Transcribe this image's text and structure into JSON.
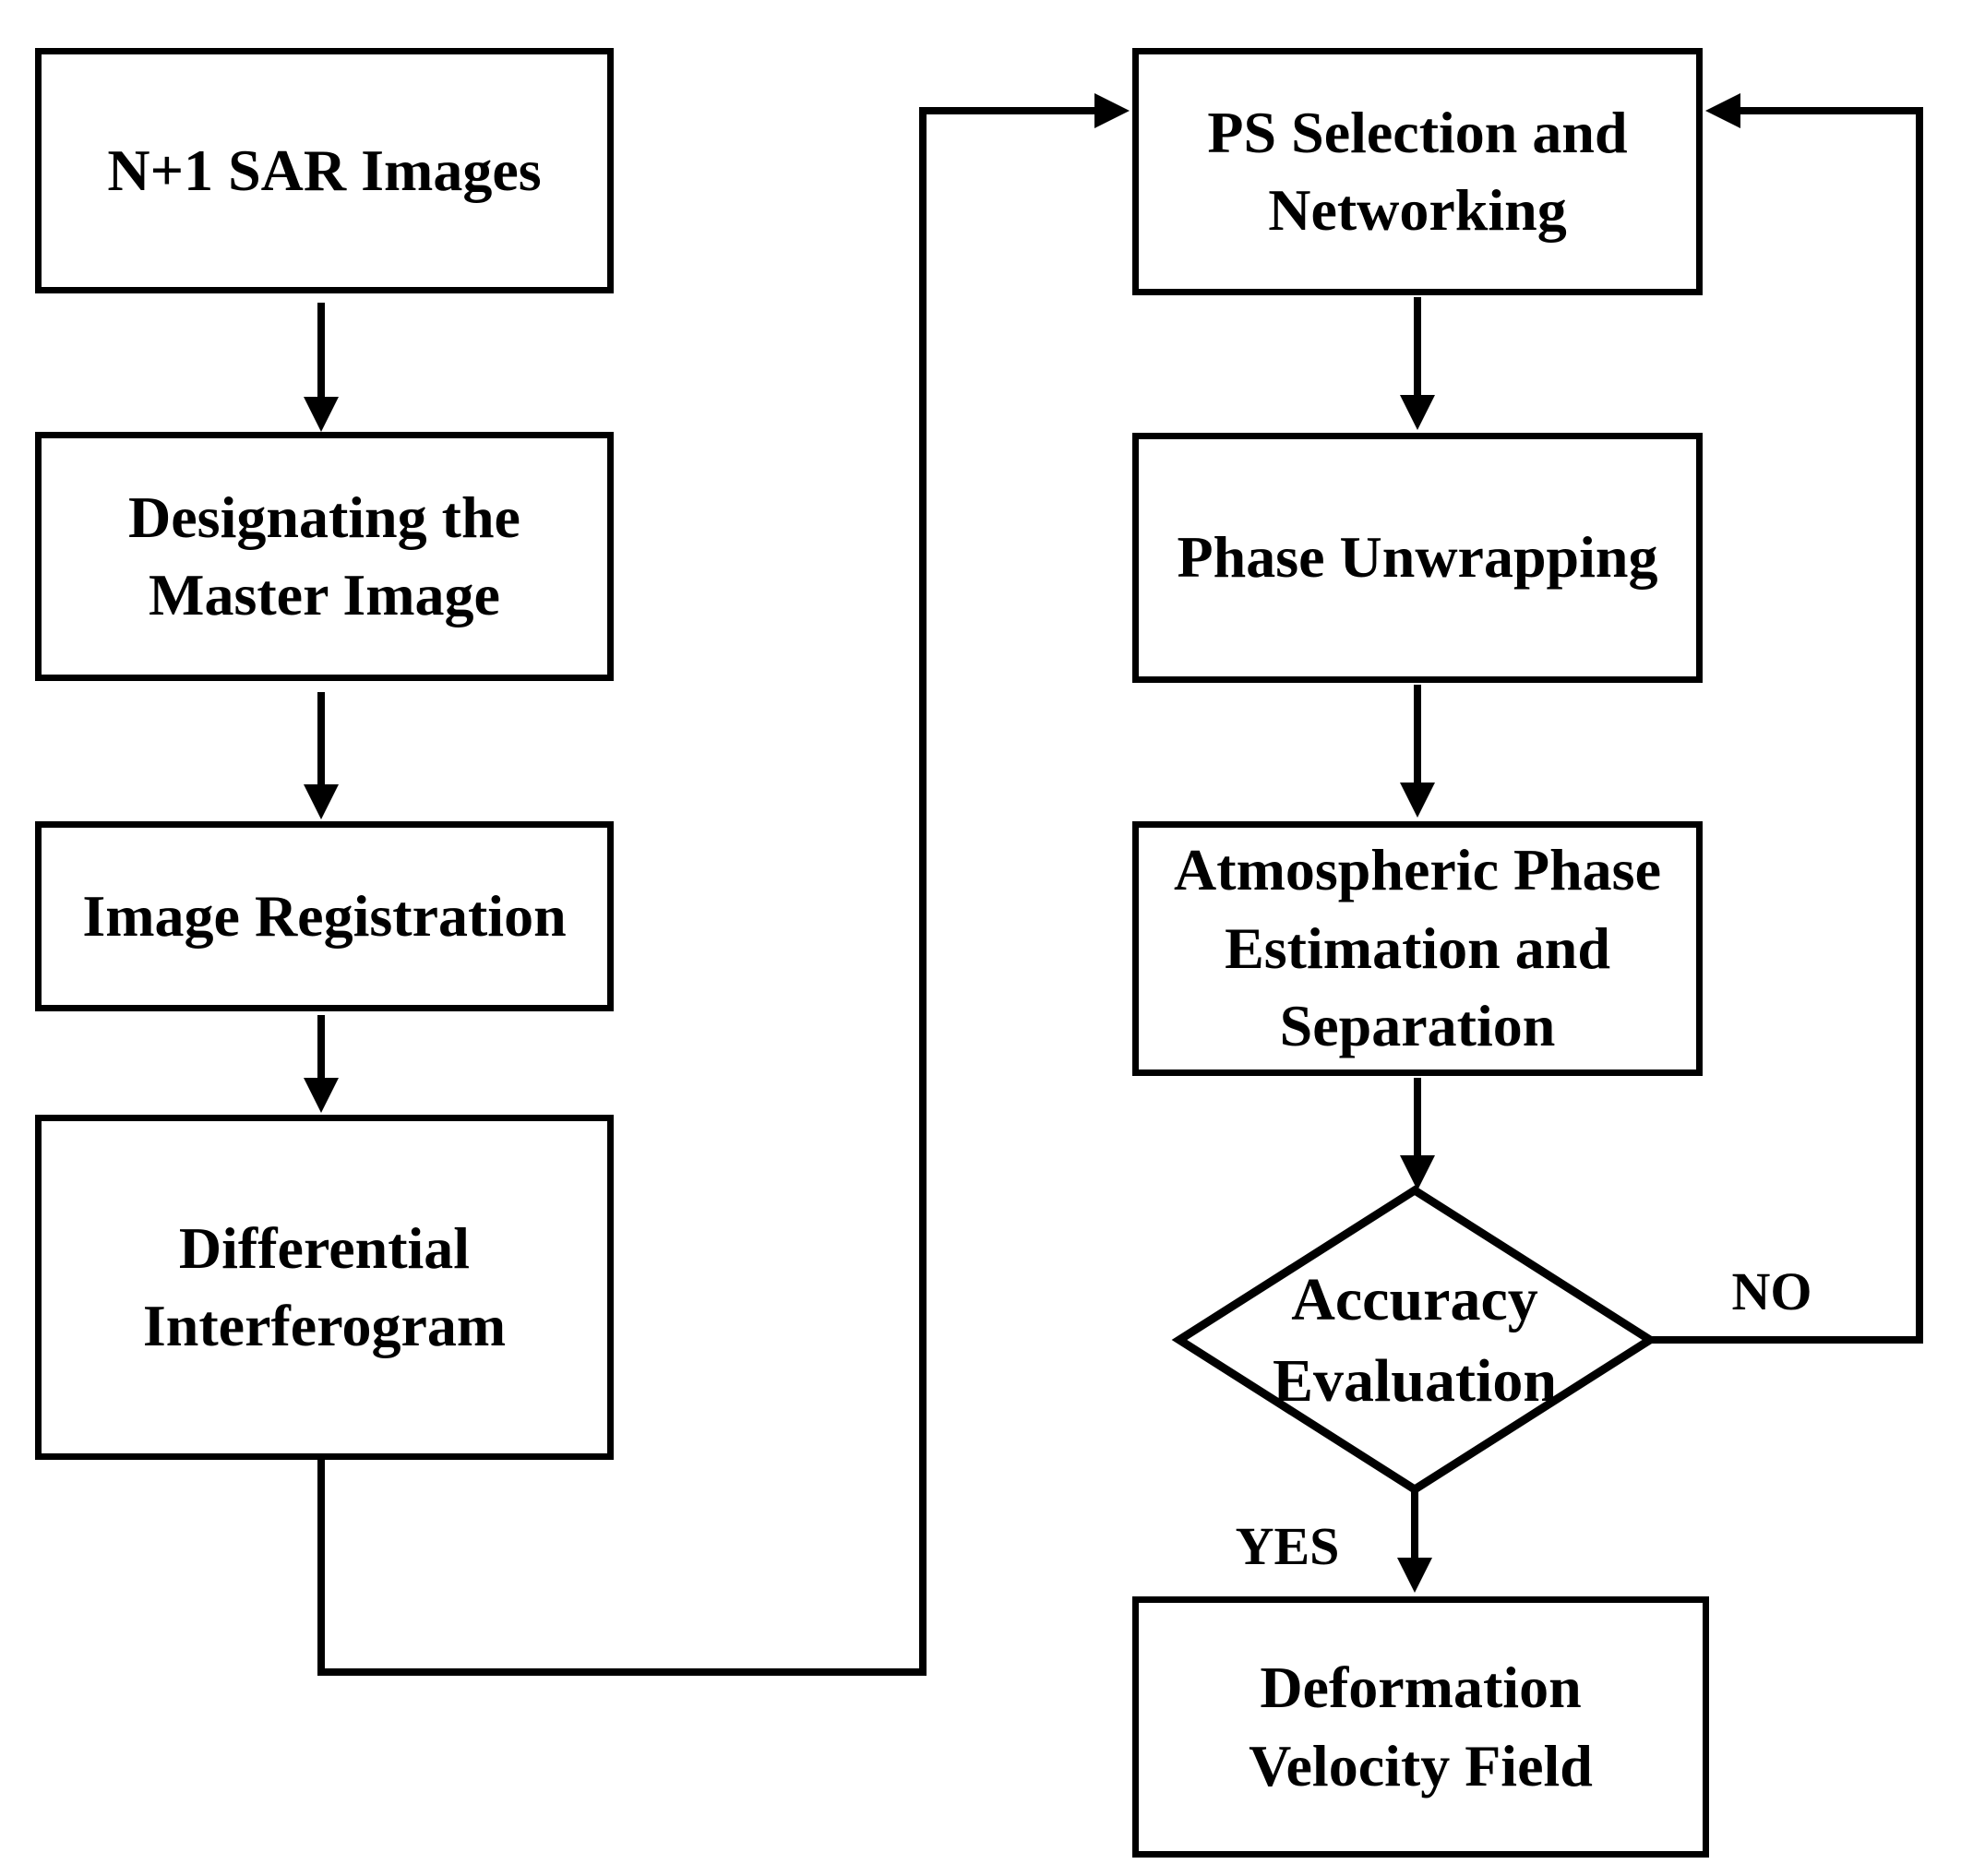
{
  "figure": {
    "type": "flowchart",
    "background_color": "#ffffff",
    "stroke_color": "#000000",
    "text_color": "#000000"
  },
  "nodes": {
    "sar_images": {
      "label": "N+1 SAR Images",
      "shape": "rectangle"
    },
    "master_image": {
      "label": "Designating the\nMaster Image",
      "shape": "rectangle"
    },
    "image_registration": {
      "label": "Image Registration",
      "shape": "rectangle"
    },
    "differential_interferogram": {
      "label": "Differential\nInterferogram",
      "shape": "rectangle"
    },
    "ps_selection": {
      "label": "PS Selection and\nNetworking",
      "shape": "rectangle"
    },
    "phase_unwrapping": {
      "label": "Phase Unwrapping",
      "shape": "rectangle"
    },
    "atmospheric_phase": {
      "label": "Atmospheric Phase\nEstimation and\nSeparation",
      "shape": "rectangle"
    },
    "accuracy_evaluation": {
      "label": "Accuracy\nEvaluation",
      "shape": "diamond"
    },
    "deformation_velocity_field": {
      "label": "Deformation\nVelocity Field",
      "shape": "rectangle"
    }
  },
  "edges": [
    {
      "from": "sar_images",
      "to": "master_image",
      "label": ""
    },
    {
      "from": "master_image",
      "to": "image_registration",
      "label": ""
    },
    {
      "from": "image_registration",
      "to": "differential_interferogram",
      "label": ""
    },
    {
      "from": "differential_interferogram",
      "to": "ps_selection",
      "label": ""
    },
    {
      "from": "ps_selection",
      "to": "phase_unwrapping",
      "label": ""
    },
    {
      "from": "phase_unwrapping",
      "to": "atmospheric_phase",
      "label": ""
    },
    {
      "from": "atmospheric_phase",
      "to": "accuracy_evaluation",
      "label": ""
    },
    {
      "from": "accuracy_evaluation",
      "to": "deformation_velocity_field",
      "label": "YES"
    },
    {
      "from": "accuracy_evaluation",
      "to": "ps_selection",
      "label": "NO"
    }
  ]
}
